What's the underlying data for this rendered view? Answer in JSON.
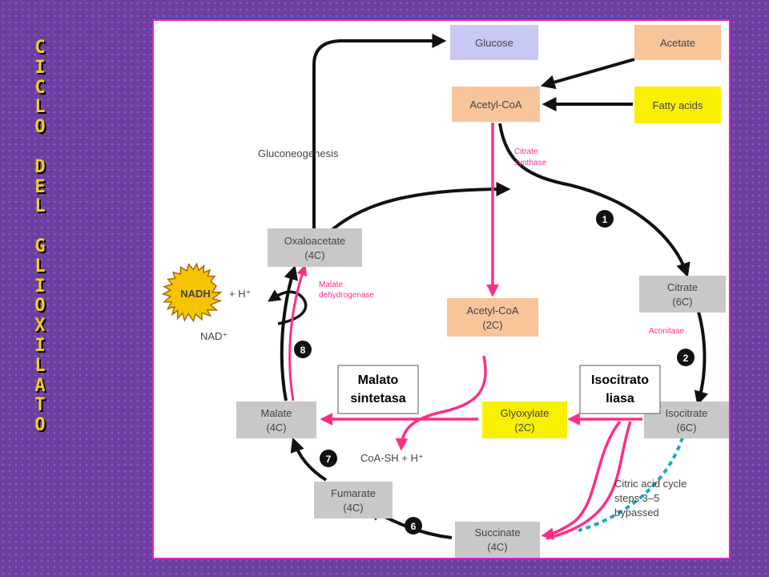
{
  "side_title": "CICLO DEL GLIOXILATO",
  "boxes": {
    "glucose": "Glucose",
    "acetate": "Acetate",
    "acetyl_coa_top": "Acetyl-CoA",
    "fatty_acids": "Fatty acids",
    "oxaloacetate": [
      "Oxaloacetate",
      "(4C)"
    ],
    "acetyl_coa_2c": [
      "Acetyl-CoA",
      "(2C)"
    ],
    "citrate": [
      "Citrate",
      "(6C)"
    ],
    "malate": [
      "Malate",
      "(4C)"
    ],
    "glyoxylate": [
      "Glyoxylate",
      "(2C)"
    ],
    "isocitrate": [
      "Isocitrate",
      "(6C)"
    ],
    "fumarate": [
      "Fumarate",
      "(4C)"
    ],
    "succinate": [
      "Succinate",
      "(4C)"
    ]
  },
  "labels": {
    "gluconeogenesis": "Gluconeogenesis",
    "citrate_synthase": [
      "Citrate",
      "synthase"
    ],
    "malate_dehydrogenase": [
      "Malate",
      "dehydrogenase"
    ],
    "aconitase": "Aconitase",
    "nadh": "NADH",
    "h_plus": "+ H⁺",
    "nad_plus": "NAD⁺",
    "coa_sh": "CoA-SH + H⁺",
    "bypass_note": [
      "Citric acid cycle",
      "steps 3–5",
      "bypassed"
    ]
  },
  "step_numbers": [
    "1",
    "2",
    "6",
    "7",
    "8"
  ],
  "callouts": {
    "malato_sintetasa": [
      "Malato",
      "sintetasa"
    ],
    "isocitrato_liasa": [
      "Isocitrato",
      "liasa"
    ]
  },
  "colors": {
    "glucose_box": "#c8c8f4",
    "acetate_box": "#f8c49a",
    "fatty_acids_box": "#f8f000",
    "glyoxylate_box": "#f8f000",
    "gray_box": "#c8c8c8",
    "glyoxylate_pathway": "#ff2d8a",
    "bypass_dashed": "#1aa6c8",
    "nadh_star": "#f5c400"
  }
}
